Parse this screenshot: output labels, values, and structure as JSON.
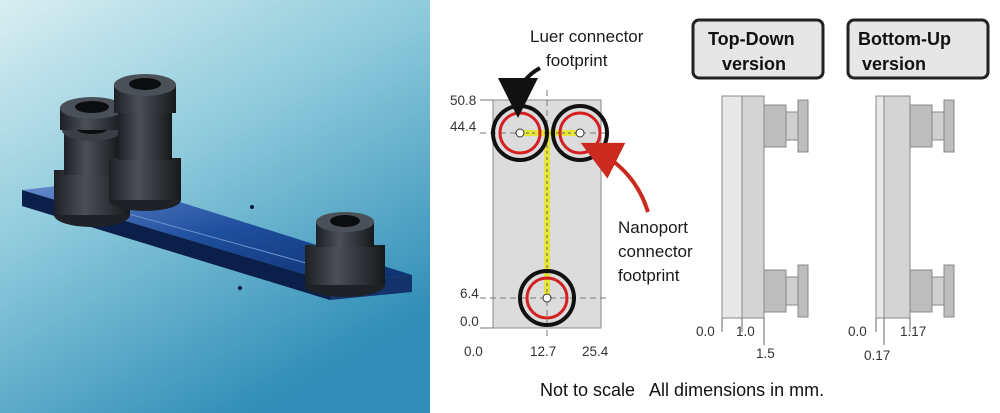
{
  "photo": {
    "colors": {
      "background_top": "#b9dfe7",
      "background_bottom": "#2f8db7",
      "chip": "#1c5aa8",
      "connector": "#2b2f33"
    }
  },
  "diagram": {
    "luer_label": {
      "line1": "Luer connector",
      "line2": "footprint"
    },
    "nanoport_label": {
      "line1": "Nanoport",
      "line2": "connector",
      "line3": "footprint"
    },
    "top_down_box": {
      "line1": "Top-Down",
      "line2": "version"
    },
    "bottom_up_box": {
      "line1": "Bottom-Up",
      "line2": "version"
    },
    "y_ticks": [
      "50.8",
      "44.4",
      "6.4",
      "0.0"
    ],
    "x_ticks": [
      "0.0",
      "12.7",
      "25.4"
    ],
    "top_down_ticks": [
      "0.0",
      "1.0",
      "1.5"
    ],
    "bottom_up_ticks": [
      "0.0",
      "1.17",
      "0.17"
    ],
    "footer": "Not to scale   All dimensions in mm.",
    "colors": {
      "plate": "#dcdcdc",
      "outline": "#777777",
      "ring_outer": "#111111",
      "ring_inner": "#d42020",
      "channel": "#e6e63a",
      "arrow_red": "#cc2a1e",
      "arrow_black": "#111111"
    }
  }
}
